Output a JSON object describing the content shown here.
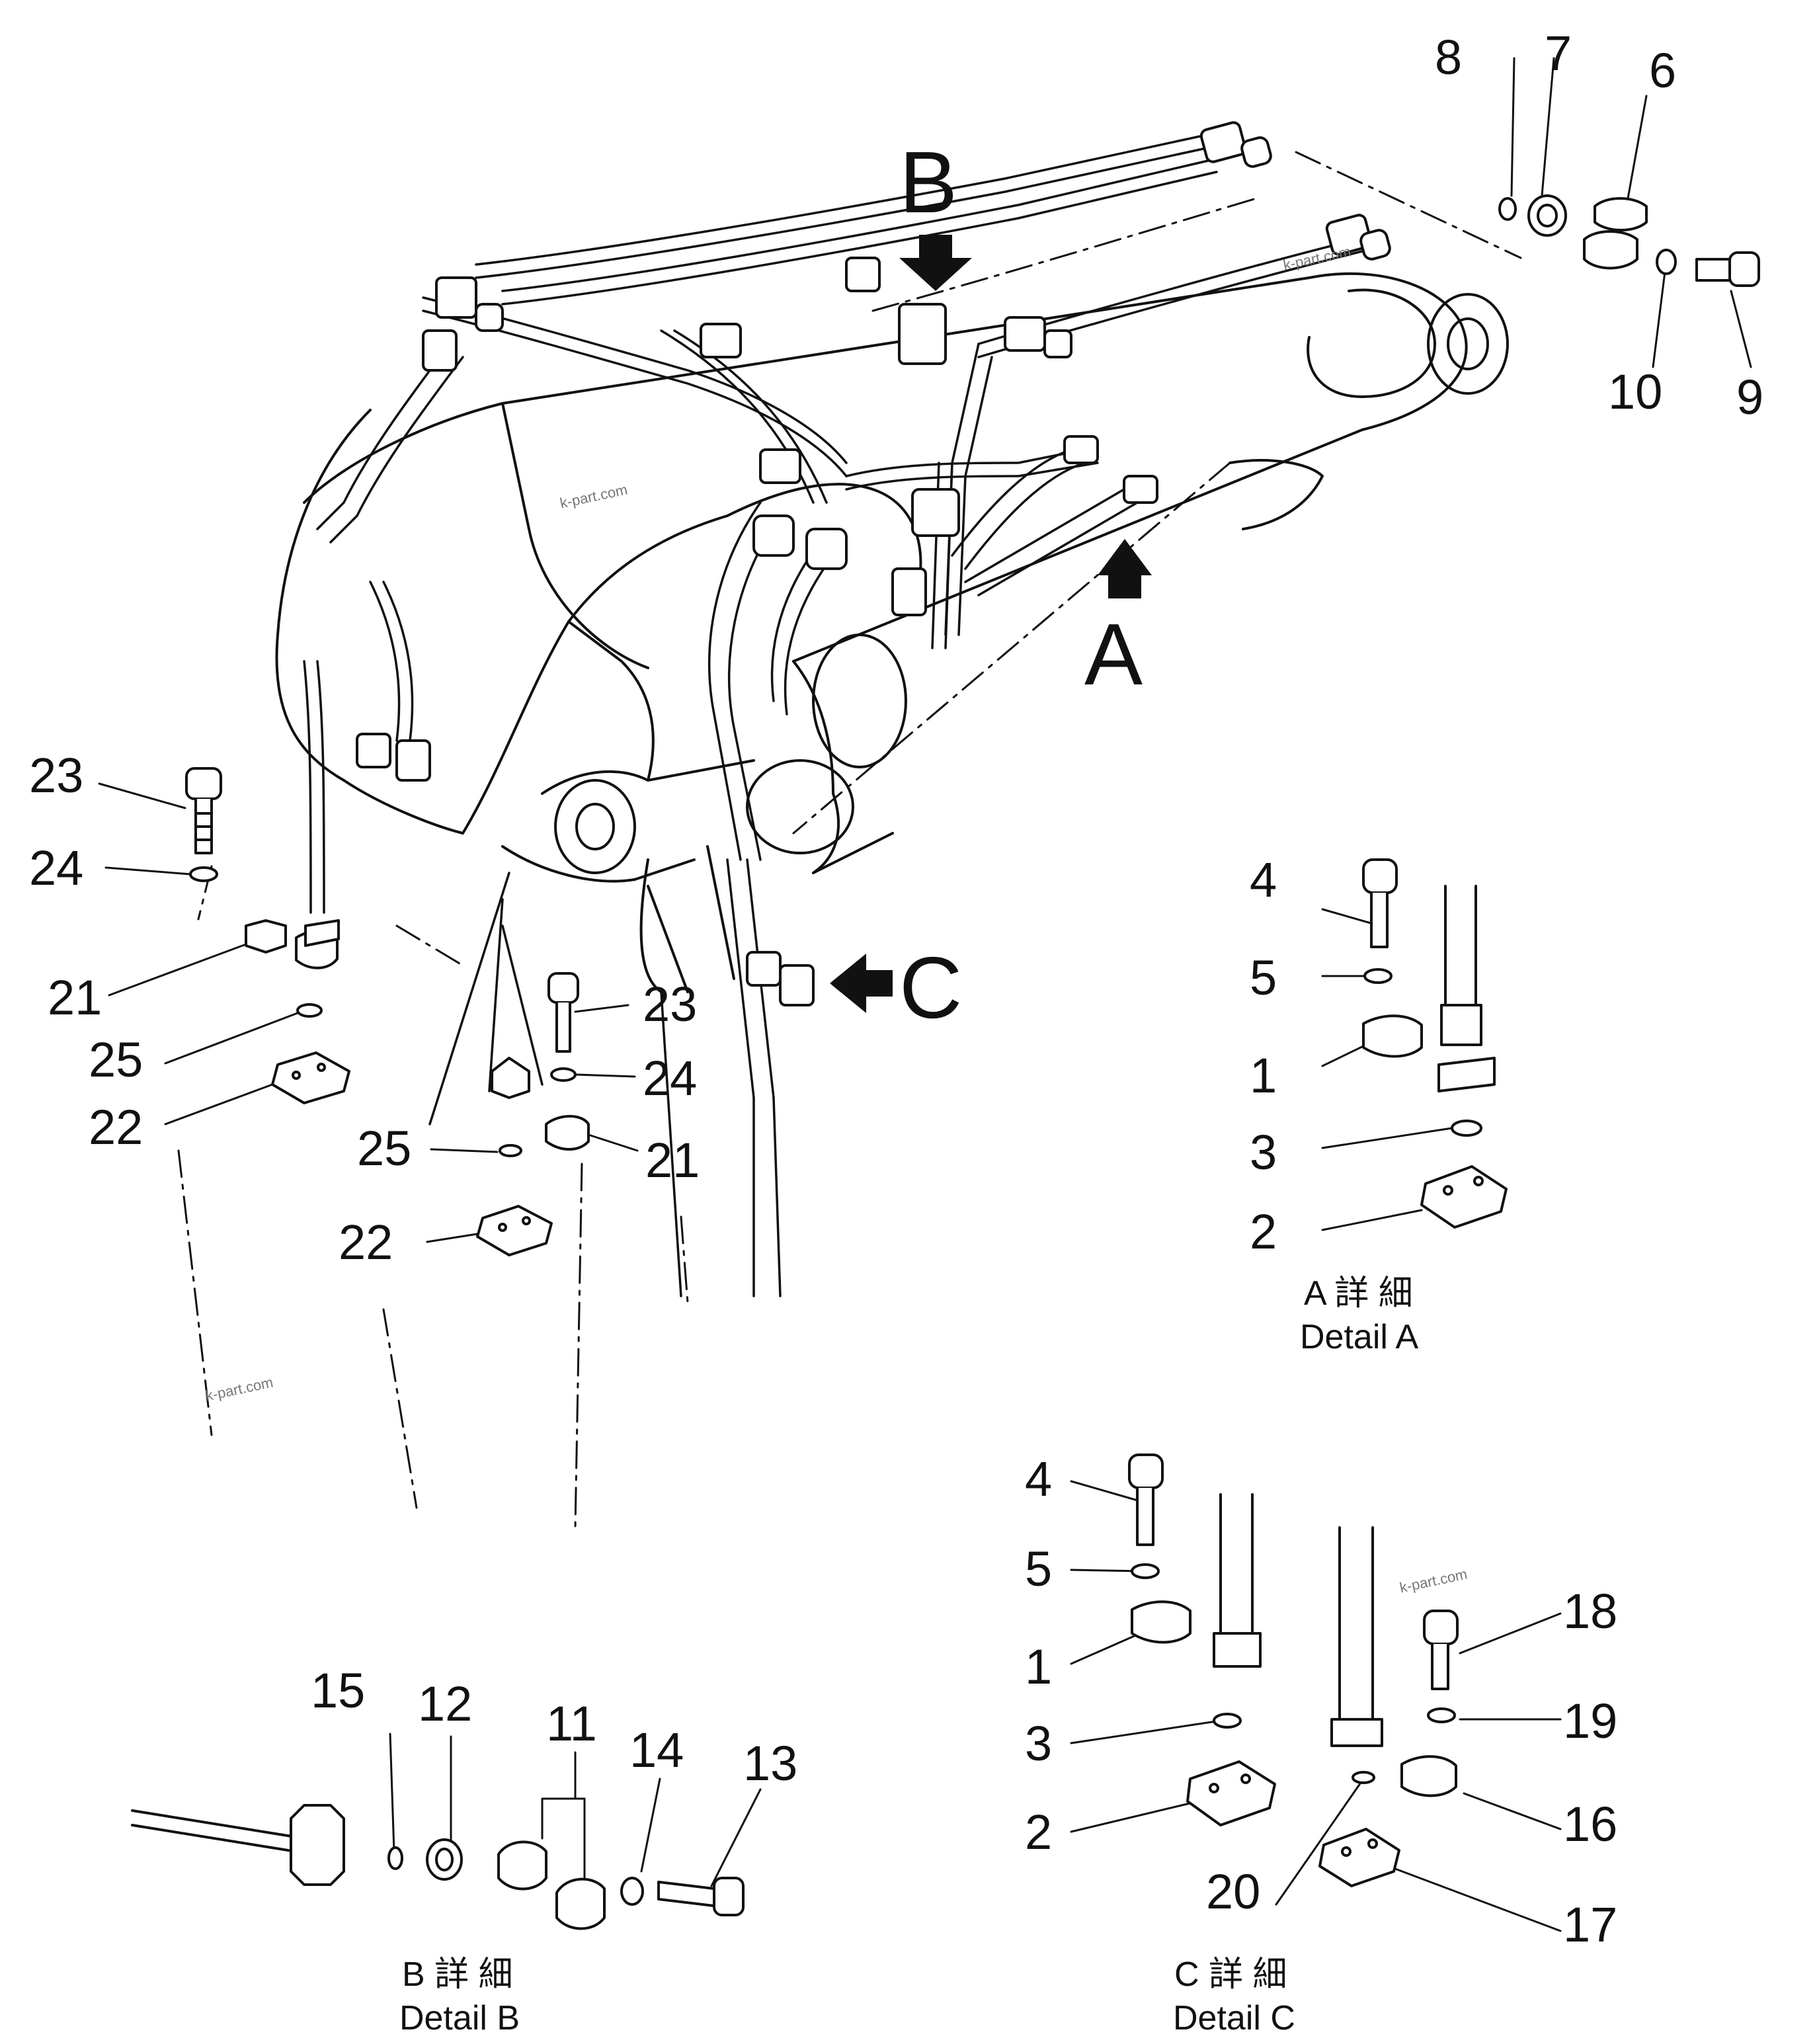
{
  "callouts": {
    "c8": "8",
    "c7": "7",
    "c6": "6",
    "c10": "10",
    "c9": "9",
    "c23a": "23",
    "c24a": "24",
    "c21a": "21",
    "c25a": "25",
    "c22a": "22",
    "c23b": "23",
    "c24b": "24",
    "c25b": "25",
    "c21b": "21",
    "c22b": "22",
    "dA4": "4",
    "dA5": "5",
    "dA1": "1",
    "dA3": "3",
    "dA2": "2",
    "dB15": "15",
    "dB12": "12",
    "dB11": "11",
    "dB14": "14",
    "dB13": "13",
    "dC4": "4",
    "dC5": "5",
    "dC1": "1",
    "dC3": "3",
    "dC2": "2",
    "dC18": "18",
    "dC19": "19",
    "dC16": "16",
    "dC20": "20",
    "dC17": "17"
  },
  "view_letters": {
    "a": "A",
    "b": "B",
    "c": "C"
  },
  "detail_labels": {
    "a_jp": "A  詳  細",
    "a_en": "Detail  A",
    "b_jp": "B  詳  細",
    "b_en": "Detail  B",
    "c_jp": "C  詳  細",
    "c_en": "Detail  C"
  },
  "watermarks": {
    "w1": "k-part.com",
    "w2": "k-part.com",
    "w3": "k-part.com",
    "w4": "k-part.com"
  }
}
